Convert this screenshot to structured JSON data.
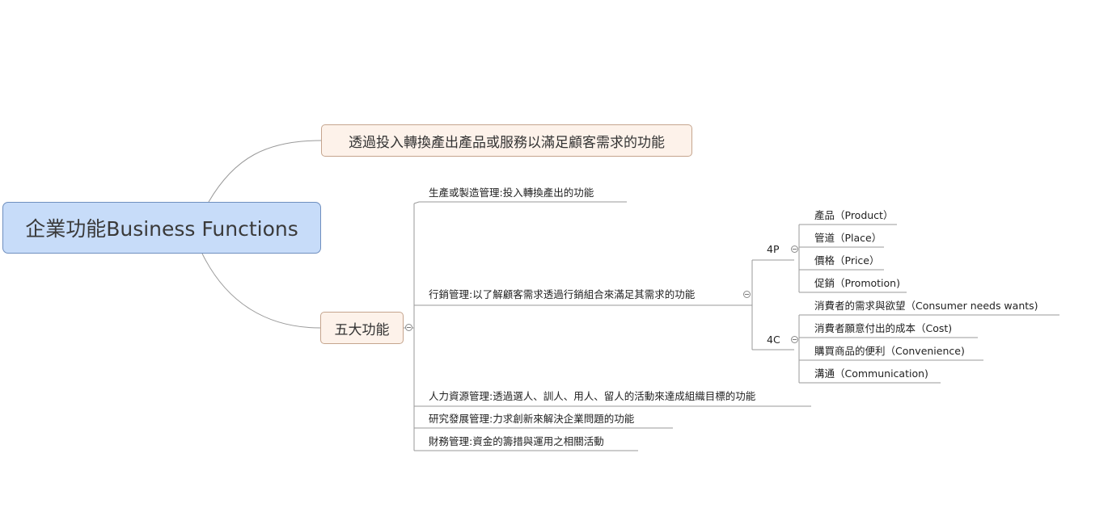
{
  "root": {
    "label": "企業功能Business Functions"
  },
  "definition": {
    "label": "透過投入轉換產出產品或服務以滿足顧客需求的功能"
  },
  "five_functions": {
    "label": "五大功能",
    "items": [
      {
        "label": "生產或製造管理:投入轉換產出的功能"
      },
      {
        "label": "行銷管理:以了解顧客需求透過行銷組合來滿足其需求的功能"
      },
      {
        "label": "人力資源管理:透過選人、訓人、用人、留人的活動來達成組織目標的功能"
      },
      {
        "label": "研究發展管理:力求創新來解決企業問題的功能"
      },
      {
        "label": "財務管理:資金的籌措與運用之相關活動"
      }
    ]
  },
  "marketing": {
    "fourP": {
      "label": "4P",
      "items": [
        {
          "label": "產品（Product）"
        },
        {
          "label": "管道（Place）"
        },
        {
          "label": "價格（Price）"
        },
        {
          "label": "促銷（Promotion)"
        }
      ]
    },
    "fourC": {
      "label": "4C",
      "items": [
        {
          "label": "消費者的需求與欲望（Consumer needs wants)"
        },
        {
          "label": "消費者願意付出的成本（Cost)"
        },
        {
          "label": "購買商品的便利（Convenience)"
        },
        {
          "label": "溝通（Communication)"
        }
      ]
    }
  },
  "colors": {
    "root_fill": "#c7dcf9",
    "main_fill": "#fdf2ea",
    "line": "#9a9a9a"
  }
}
